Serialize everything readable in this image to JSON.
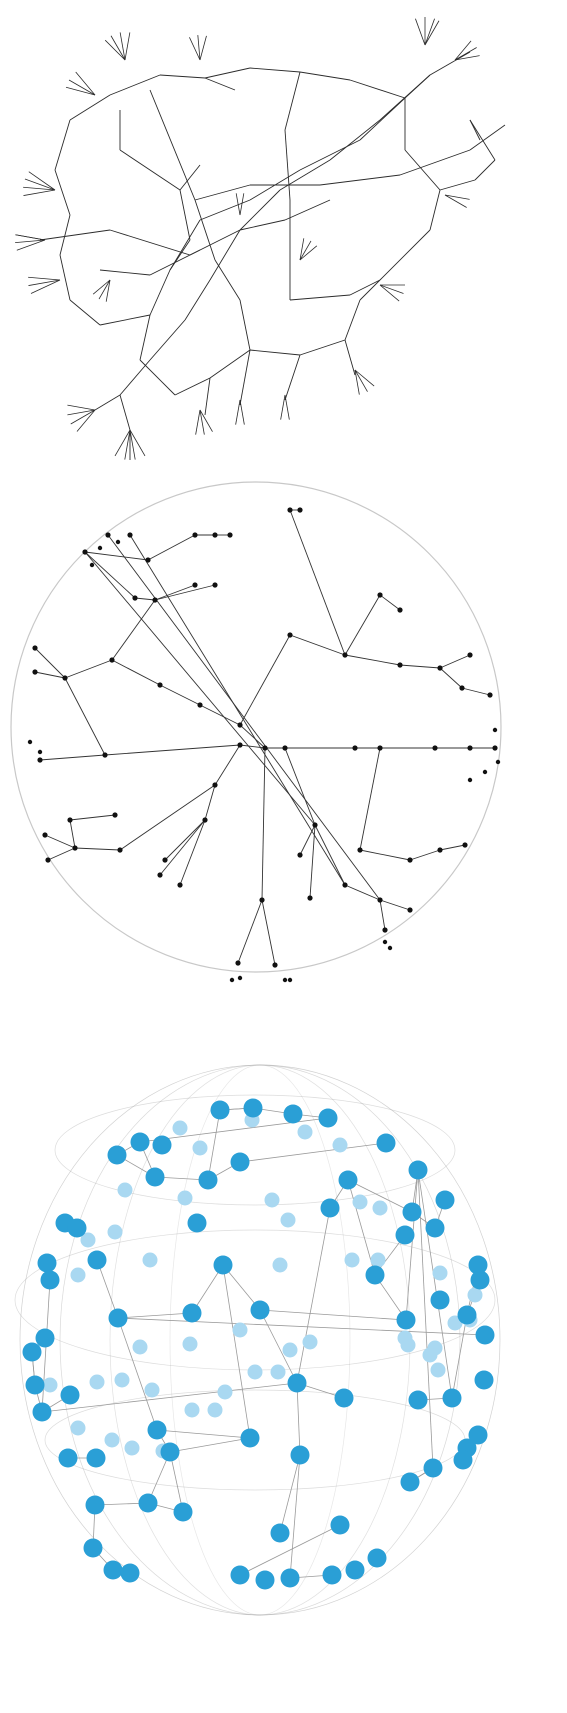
{
  "figure": {
    "panels": [
      {
        "style": "tree-edges-only",
        "edge_color": "#2b2b2b"
      },
      {
        "style": "radial-tree-in-circle",
        "node_color": "#111111",
        "edge_color": "#333333",
        "boundary_color": "#c8c8c8"
      },
      {
        "style": "3d-sphere-tree",
        "node_color": "#2a9fd6",
        "node_faded_color": "#a9d8f1",
        "edge_color": "#9a9a9a"
      }
    ]
  }
}
